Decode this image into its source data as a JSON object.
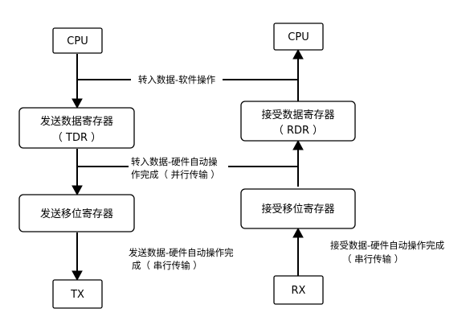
{
  "left_column": {
    "cpu": "CPU",
    "tdr_line1": "发送数据寄存器",
    "tdr_line2": "（ TDR ）",
    "shift_reg": "发送移位寄存器",
    "tx": "TX"
  },
  "right_column": {
    "cpu": "CPU",
    "rdr_line1": "接受数据寄存器",
    "rdr_line2": "（ RDR ）",
    "shift_reg": "接受移位寄存器",
    "rx": "RX"
  },
  "labels": {
    "software_transfer": "转入数据-软件操作",
    "hardware_transfer_line1": "转入数据-硬件自动操",
    "hardware_transfer_line2": "作完成（ 并行传输 ）",
    "send_serial_line1": "发送数据-硬件自动操作完",
    "send_serial_line2": "成（ 串行传输 ）",
    "receive_serial_line1": "接受数据-硬件自动操作完成",
    "receive_serial_line2": "（ 串行传输 ）"
  }
}
